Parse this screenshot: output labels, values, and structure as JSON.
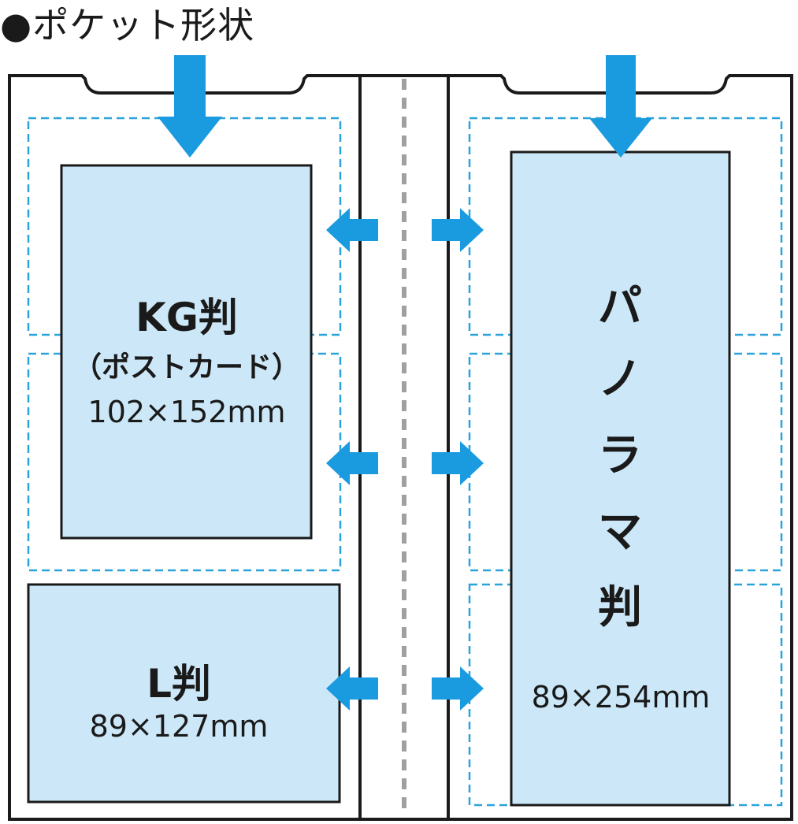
{
  "title": "●ポケット形状",
  "pockets": {
    "kg": {
      "name": "KG判",
      "sub": "（ポストカード）",
      "size": "102×152mm"
    },
    "l": {
      "name": "L判",
      "size": "89×127mm"
    },
    "panorama": {
      "chars": [
        "パ",
        "ノ",
        "ラ",
        "マ",
        "判"
      ],
      "size": "89×254mm"
    }
  },
  "colors": {
    "accent": "#1a9be0",
    "photo_fill": "#cce8f8",
    "dashed": "#2aa3db",
    "spine_dash": "#a0a0a0",
    "outline": "#1a1a1a"
  }
}
